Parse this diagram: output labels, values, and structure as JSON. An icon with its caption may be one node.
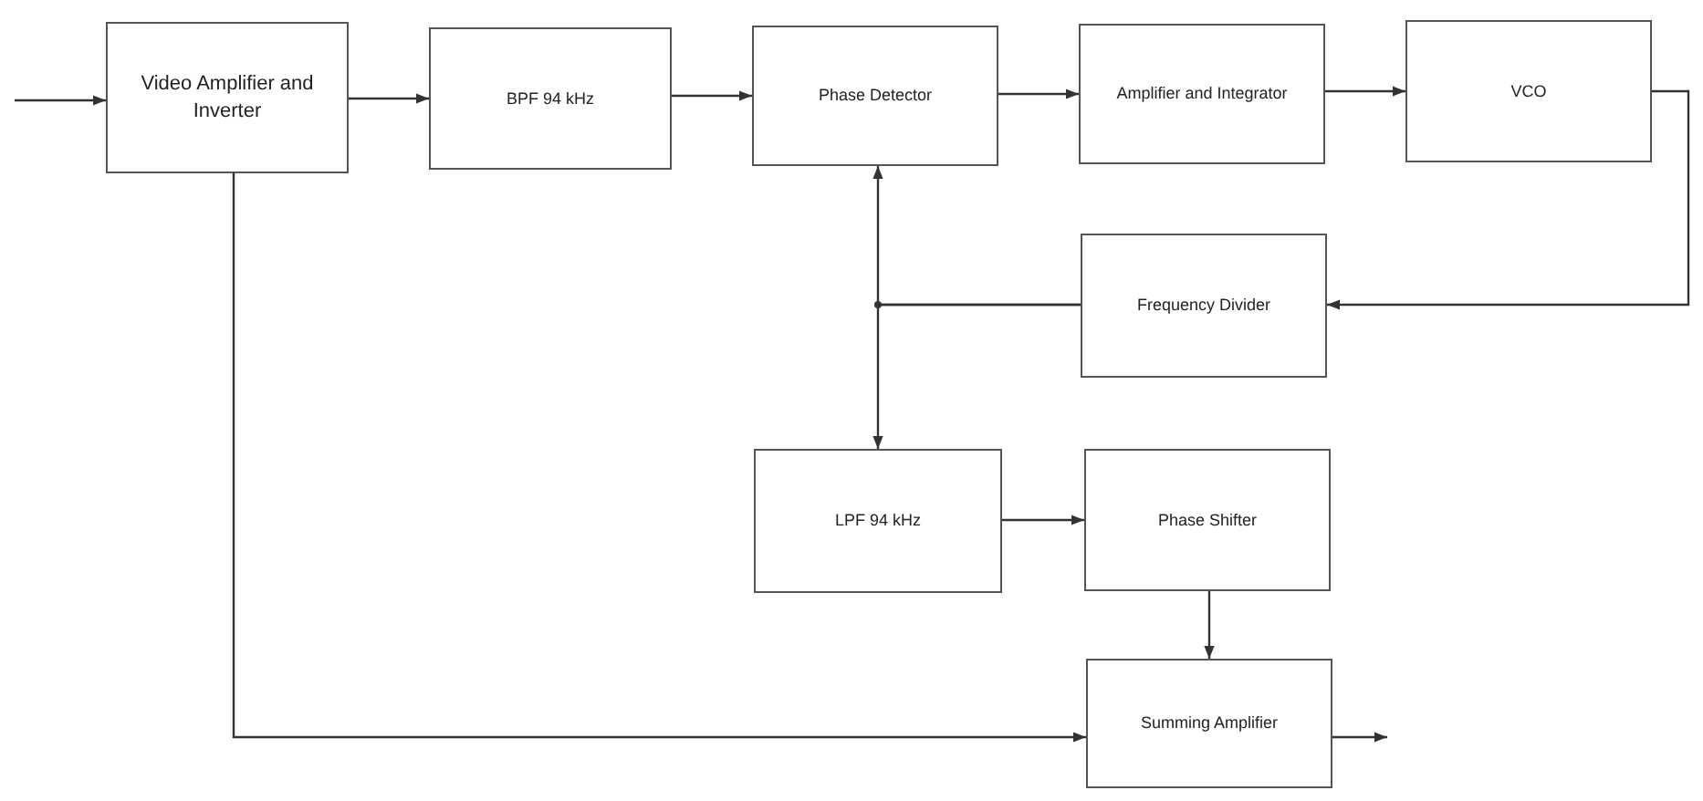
{
  "diagram": {
    "nodes": [
      {
        "text": [
          "Video Amplifier and Inverter"
        ]
      },
      {
        "text": [
          "BPF 94 kHz"
        ]
      },
      {
        "text": [
          "Phase Detector"
        ]
      },
      {
        "text": [
          "Amplifier and Integrator"
        ]
      },
      {
        "text": [
          "VCO"
        ]
      },
      {
        "text": [
          "Frequency Divider"
        ]
      },
      {
        "text": [
          "LPF 94 kHz"
        ]
      },
      {
        "text": [
          "Phase Shifter"
        ]
      },
      {
        "text": [
          "Summing Amplifier"
        ]
      }
    ],
    "edges": [
      {
        "from": null,
        "to": 0,
        "arrow": "to"
      },
      {
        "from": 0,
        "to": 1,
        "arrow": "to"
      },
      {
        "from": 1,
        "to": 2,
        "arrow": "to"
      },
      {
        "from": 2,
        "to": 3,
        "arrow": "to"
      },
      {
        "from": 3,
        "to": 4,
        "arrow": "to"
      },
      {
        "from": 4,
        "to": 5,
        "arrow": "to"
      },
      {
        "from": 5,
        "to": 2,
        "arrow": "to"
      },
      {
        "from": 5,
        "to": 6,
        "arrow": "to"
      },
      {
        "from": 6,
        "to": 7,
        "arrow": "to"
      },
      {
        "from": 7,
        "to": 8,
        "arrow": "to"
      },
      {
        "from": 0,
        "to": 8,
        "arrow": "to"
      },
      {
        "from": 8,
        "to": null,
        "arrow": "to"
      }
    ]
  }
}
